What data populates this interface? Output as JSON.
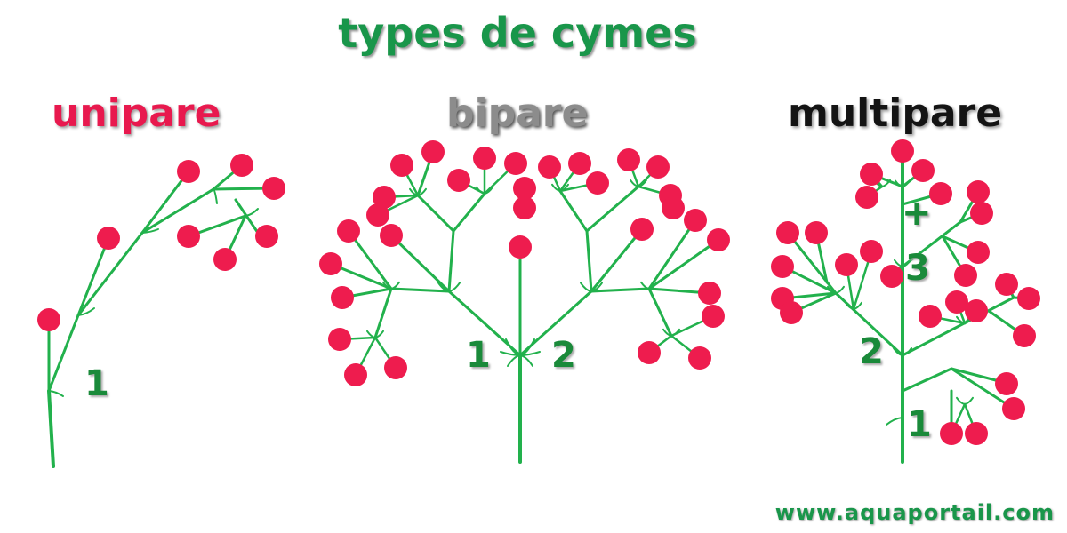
{
  "title": "types de cymes",
  "colors": {
    "stem": "#22b14c",
    "flower": "#ee1c4e",
    "title": "#19964a",
    "uniparous": "#e8194e",
    "biparous": "#8c8c8c",
    "multiparous": "#141414"
  },
  "diagrams": [
    {
      "id": "uniparous",
      "title": "unipare",
      "labels": [
        "1"
      ]
    },
    {
      "id": "biparous",
      "title": "bipare",
      "labels": [
        "1",
        "2"
      ]
    },
    {
      "id": "multiparous",
      "title": "multipare",
      "labels": [
        "1",
        "2",
        "3",
        "+"
      ]
    }
  ],
  "footer": "www.aquaportail.com"
}
